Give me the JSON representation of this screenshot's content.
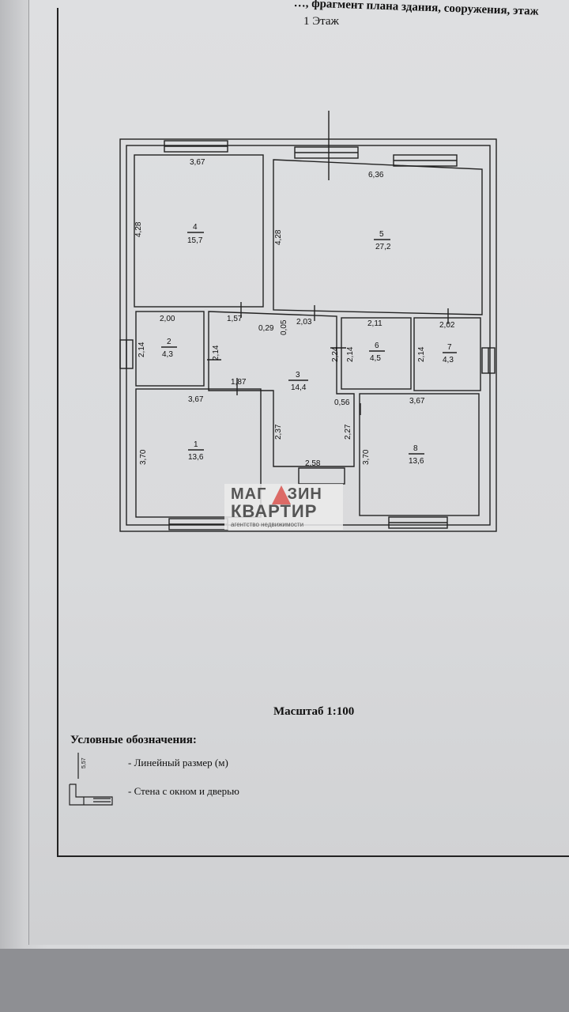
{
  "header": {
    "title": "…, фрагмент плана здания, сооружения, этаж",
    "floor": "1 Этаж"
  },
  "rooms": [
    {
      "number": "1",
      "area": "13,6",
      "width": "3,67",
      "height": "3,70"
    },
    {
      "number": "2",
      "area": "4,3",
      "width": "2,00",
      "height": "2,14"
    },
    {
      "number": "3",
      "area": "14,4",
      "dims": [
        "1,57",
        "0,29",
        "0,05",
        "2,03",
        "1,87",
        "2,37",
        "2,27",
        "2,58",
        "2,24",
        "0,56",
        "2,14"
      ]
    },
    {
      "number": "4",
      "area": "15,7",
      "width": "3,67",
      "height": "4,28"
    },
    {
      "number": "5",
      "area": "27,2",
      "width": "6,36",
      "height": "4,28"
    },
    {
      "number": "6",
      "area": "4,5",
      "width": "2,11",
      "height": "2,14"
    },
    {
      "number": "7",
      "area": "4,3",
      "width": "2,02",
      "height": "2,14"
    },
    {
      "number": "8",
      "area": "13,6",
      "width": "3,67",
      "height": "3,70"
    }
  ],
  "watermark": {
    "line1a": "МАГ",
    "line1b": "ЗИН",
    "line2": "КВАРТИР",
    "line3": "агентство недвижимости"
  },
  "scale": "Масштаб 1:100",
  "legend": {
    "title": "Условные обозначения:",
    "sample_dim": "5,57",
    "items": [
      "- Линейный размер (м)",
      "- Стена с окном и дверью"
    ]
  }
}
